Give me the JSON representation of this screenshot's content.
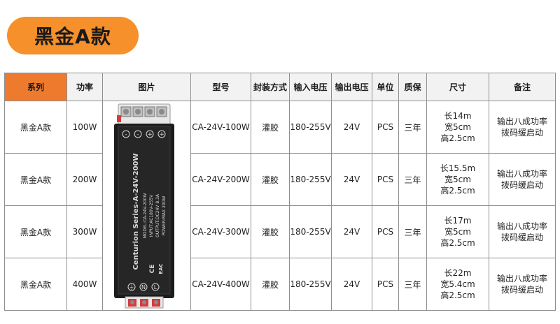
{
  "header": {
    "title": "黑金A款"
  },
  "table": {
    "columns": [
      "系列",
      "功率",
      "图片",
      "型号",
      "封装方式",
      "输入电压",
      "输出电压",
      "单位",
      "质保",
      "尺寸",
      "备注"
    ],
    "rows": [
      {
        "series": "黑金A款",
        "power": "100W",
        "model": "CA-24V-100W",
        "package": "灌胶",
        "input": "180-255V",
        "output": "24V",
        "unit": "PCS",
        "warranty": "三年",
        "size": [
          "长14m",
          "宽5cm",
          "高2.5cm"
        ],
        "note": [
          "输出八成功率",
          "拨码缓启动"
        ]
      },
      {
        "series": "黑金A款",
        "power": "200W",
        "model": "CA-24V-200W",
        "package": "灌胶",
        "input": "180-255V",
        "output": "24V",
        "unit": "PCS",
        "warranty": "三年",
        "size": [
          "长15.5m",
          "宽5cm",
          "高2.5cm"
        ],
        "note": [
          "输出八成功率",
          "拨码缓启动"
        ]
      },
      {
        "series": "黑金A款",
        "power": "300W",
        "model": "CA-24V-300W",
        "package": "灌胶",
        "input": "180-255V",
        "output": "24V",
        "unit": "PCS",
        "warranty": "三年",
        "size": [
          "长17m",
          "宽5cm",
          "高2.5cm"
        ],
        "note": [
          "输出八成功率",
          "拨码缓启动"
        ]
      },
      {
        "series": "黑金A款",
        "power": "400W",
        "model": "CA-24V-400W",
        "package": "灌胶",
        "input": "180-255V",
        "output": "24V",
        "unit": "PCS",
        "warranty": "三年",
        "size": [
          "长22m",
          "宽5.4cm",
          "高2.5cm"
        ],
        "note": [
          "输出八成功率",
          "拨码缓启动"
        ]
      }
    ]
  },
  "product_image": {
    "series_text": "Centurion Series-A-24V-200W",
    "label_lines": [
      "MODEL:CA-24V-200W",
      "INPUT:AC180V-255V",
      "OUTPUT:DC24V 8.3A",
      "POWER:MAX 200W"
    ],
    "ce_mark": "CE",
    "eac_mark": "EAC",
    "top_terminals": [
      "-",
      "-",
      "+",
      "+"
    ],
    "bottom_terminals": [
      "⏚",
      "N",
      "L"
    ],
    "colors": {
      "housing": "#1c1c1c",
      "terminal": "#e8e8e8",
      "connector_red": "#d63a3a",
      "text": "#d9d9d9"
    }
  }
}
